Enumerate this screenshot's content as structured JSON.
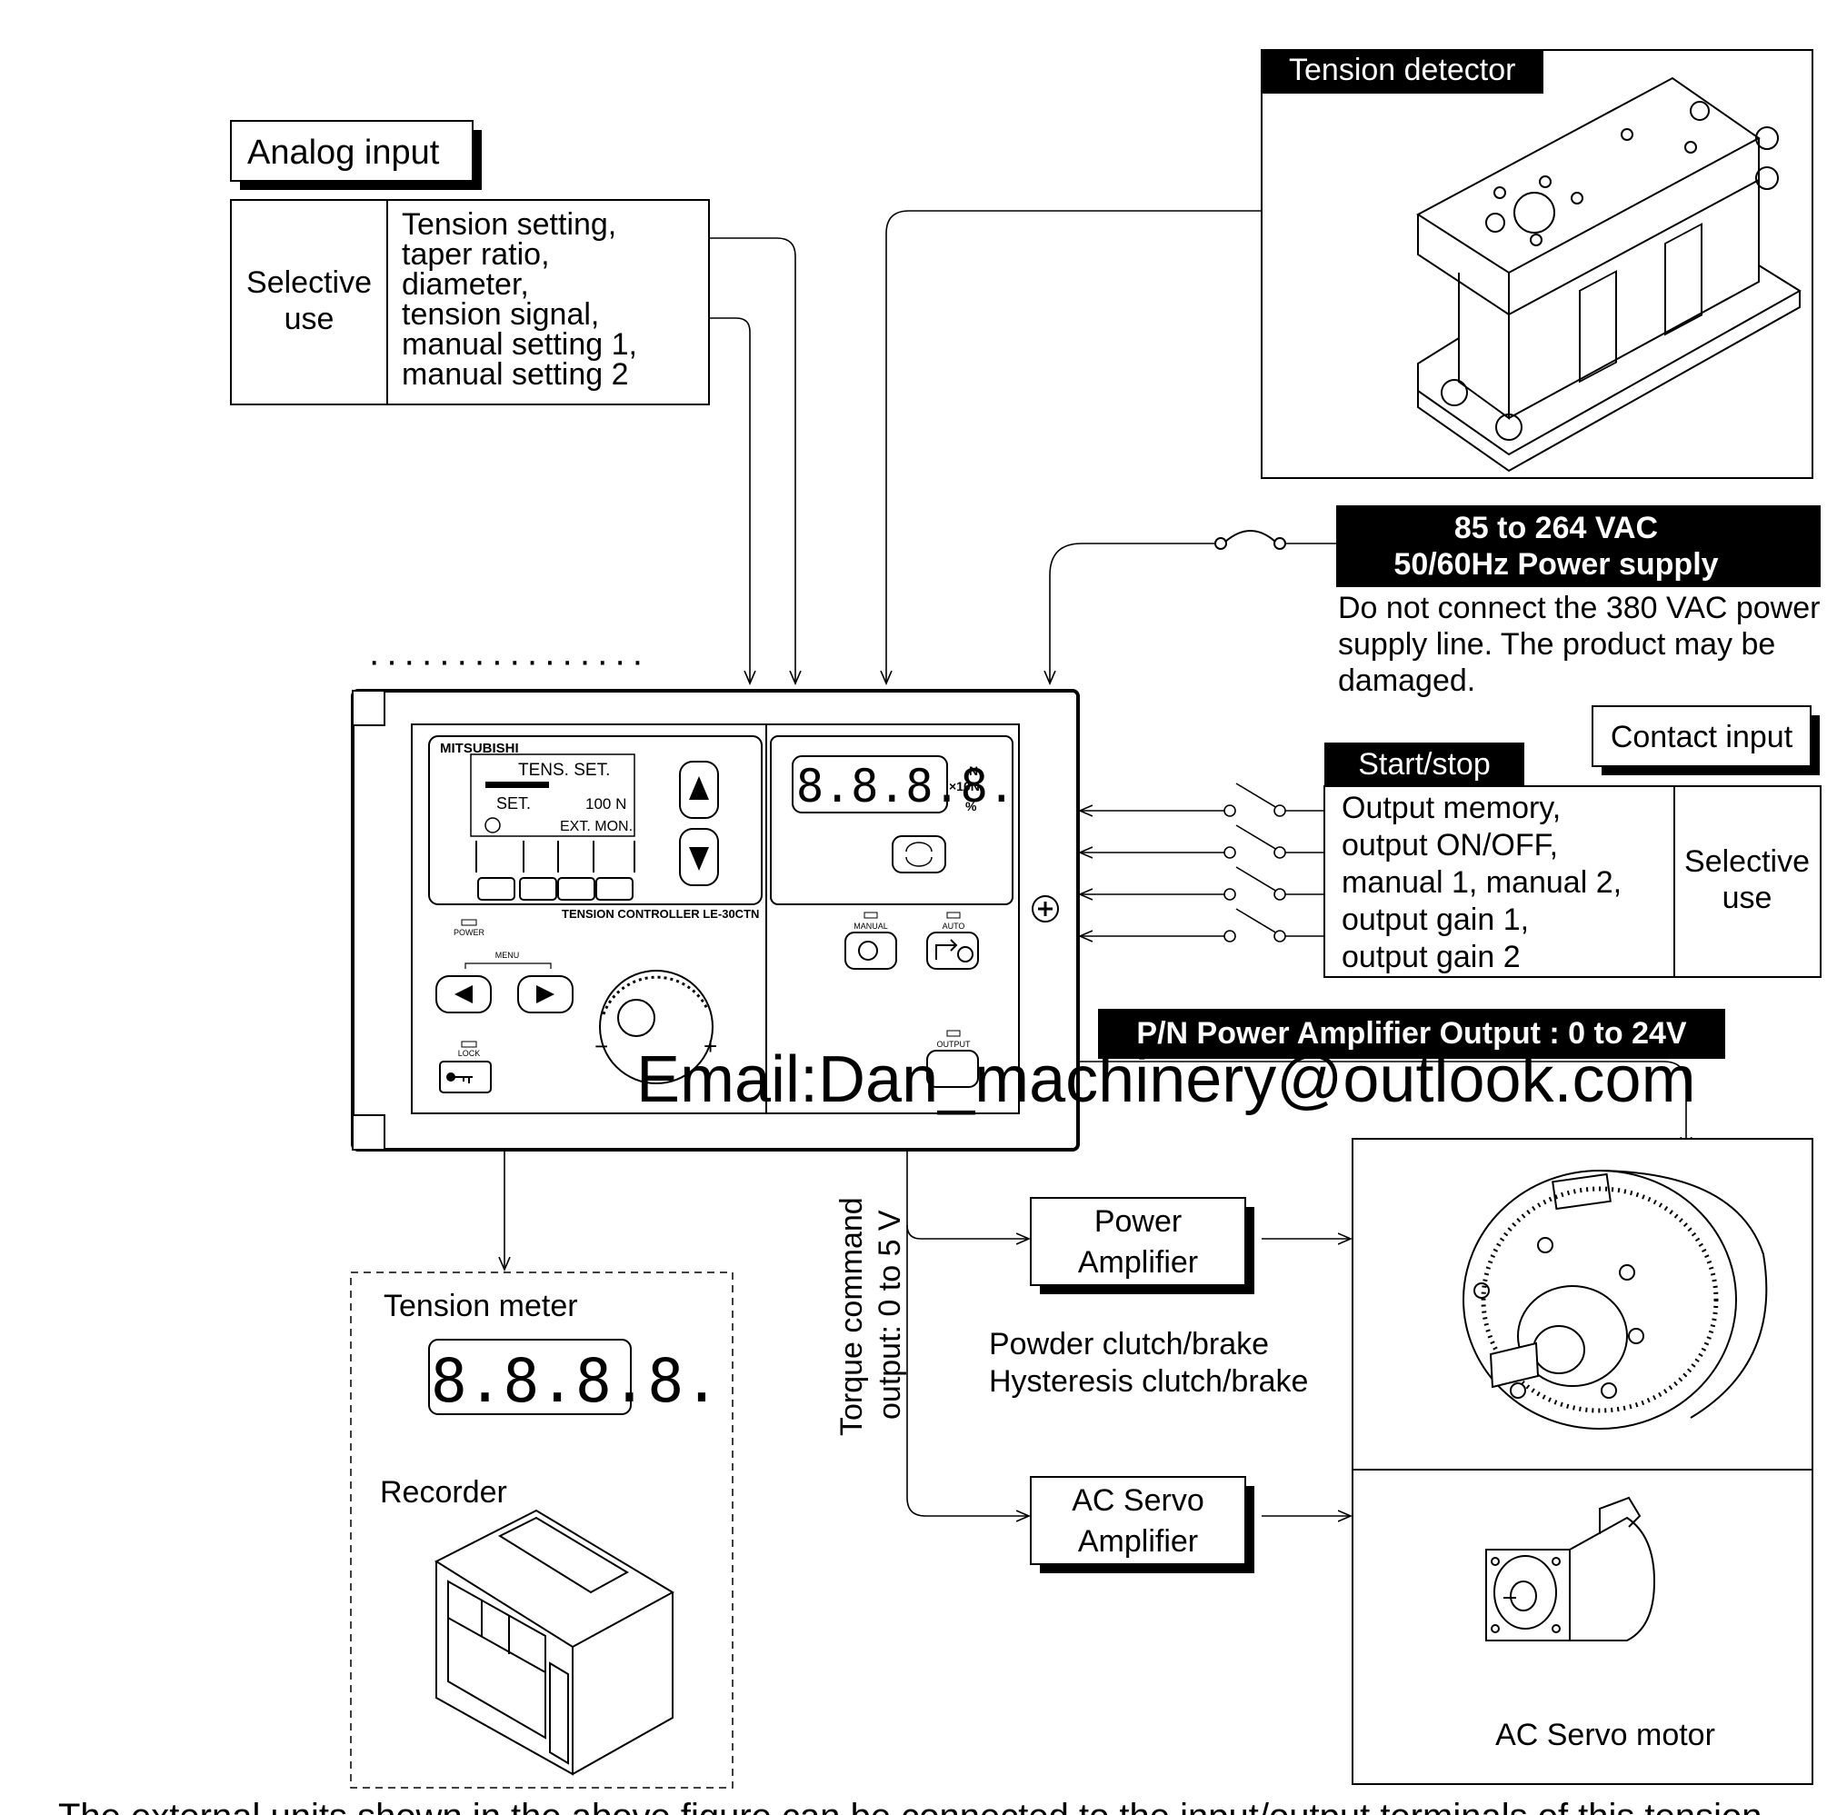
{
  "analog_input": {
    "title": "Analog input",
    "left_label": [
      "Selective",
      "use"
    ],
    "items": [
      "Tension setting,",
      "taper ratio,",
      "diameter,",
      "tension signal,",
      "manual setting 1,",
      "manual setting 2"
    ]
  },
  "tension_detector": {
    "title": "Tension detector"
  },
  "power_supply": {
    "title_line1": "85 to 264 VAC",
    "title_line2": "50/60Hz  Power supply",
    "warning": [
      "Do not connect the 380 VAC power",
      "supply line. The product may be",
      "damaged."
    ]
  },
  "contact_input": {
    "title": "Contact input",
    "start_stop": "Start/stop",
    "items": [
      "Output memory,",
      "output ON/OFF,",
      "manual 1, manual 2,",
      "output gain 1,",
      "output gain 2"
    ],
    "right_label": [
      "Selective",
      "use"
    ]
  },
  "pn_output": {
    "label": "P/N Power Amplifier Output :  0 to 24V"
  },
  "watermark": {
    "text": "Email:Dan_machinery@outlook.com"
  },
  "controller": {
    "brand": "MITSUBISHI",
    "lcd_line1": "TENS. SET.",
    "lcd_line2_left": "SET.",
    "lcd_line2_right": "100 N",
    "lcd_line3": "EXT. MON.",
    "model": "TENSION CONTROLLER  LE-30CTN",
    "seg_display": "8.8.8.8.",
    "unit_n": "N",
    "unit_x10n": "×10N",
    "unit_pct": "%",
    "power_led": "POWER",
    "menu": "MENU",
    "lock": "LOCK",
    "manual": "MANUAL",
    "auto": "AUTO",
    "output": "OUTPUT"
  },
  "torque_output": {
    "line1": "Torque command",
    "line2": "output: 0 to 5 V"
  },
  "power_amplifier": {
    "line1": "Power",
    "line2": "Amplifier"
  },
  "clutch_labels": [
    "Powder clutch/brake",
    "Hysteresis  clutch/brake"
  ],
  "ac_servo_amplifier": {
    "line1": "AC Servo",
    "line2": "Amplifier"
  },
  "ac_servo_motor": {
    "label": "AC Servo motor"
  },
  "tension_meter": {
    "title": "Tension meter",
    "display": "8.8.8.8."
  },
  "recorder": {
    "title": "Recorder"
  },
  "bottom_caption": "The external units shown in the above figure can be connected to the input/output terminals of this tension"
}
